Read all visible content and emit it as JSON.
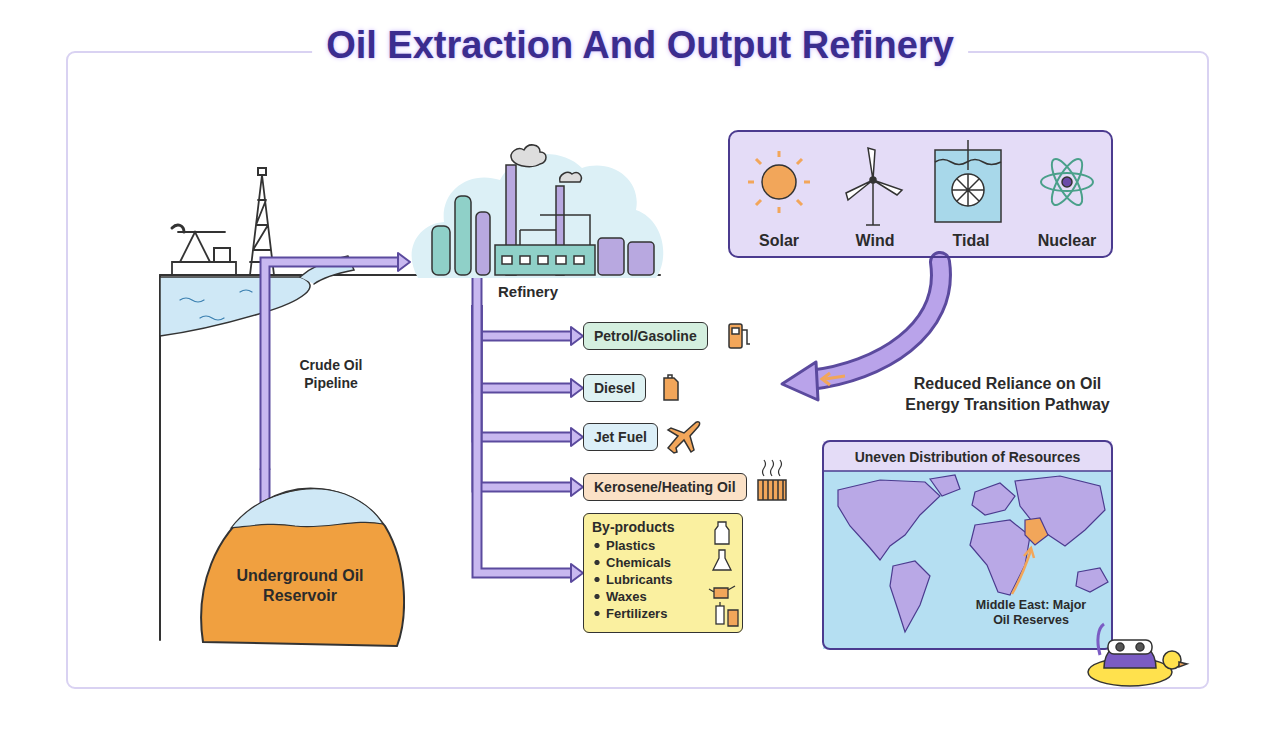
{
  "diagram": {
    "title": "Oil Extraction And Output Refinery",
    "nodes": [
      {
        "text": [
          "Underground Oil Reservoir"
        ]
      },
      {
        "text": [
          "Refinery"
        ]
      },
      {
        "text": [
          "Petrol/Gasoline"
        ]
      },
      {
        "text": [
          "Diesel"
        ]
      },
      {
        "text": [
          "Jet Fuel"
        ]
      },
      {
        "text": [
          "Kerosene/Heating Oil"
        ]
      },
      {
        "text": [
          "By-products",
          "Plastics",
          "Chemicals",
          "Lubricants",
          "Waxes",
          "Fertilizers"
        ]
      },
      {
        "text": [
          "Solar",
          "Wind",
          "Tidal",
          "Nuclear"
        ]
      },
      {
        "text": [
          "Uneven Distribution of Resources",
          "Middle East: Major Oil Reserves"
        ]
      }
    ],
    "edges": [
      {
        "from": 0,
        "to": 1,
        "arrow": "to",
        "label": "Crude Oil Pipeline"
      },
      {
        "from": 1,
        "to": 2,
        "arrow": "to"
      },
      {
        "from": 1,
        "to": 3,
        "arrow": "to"
      },
      {
        "from": 1,
        "to": 4,
        "arrow": "to"
      },
      {
        "from": 1,
        "to": 5,
        "arrow": "to"
      },
      {
        "from": 1,
        "to": 6,
        "arrow": "to"
      }
    ],
    "labels": [
      "Reduced Reliance on Oil Energy Transition Pathway"
    ]
  }
}
